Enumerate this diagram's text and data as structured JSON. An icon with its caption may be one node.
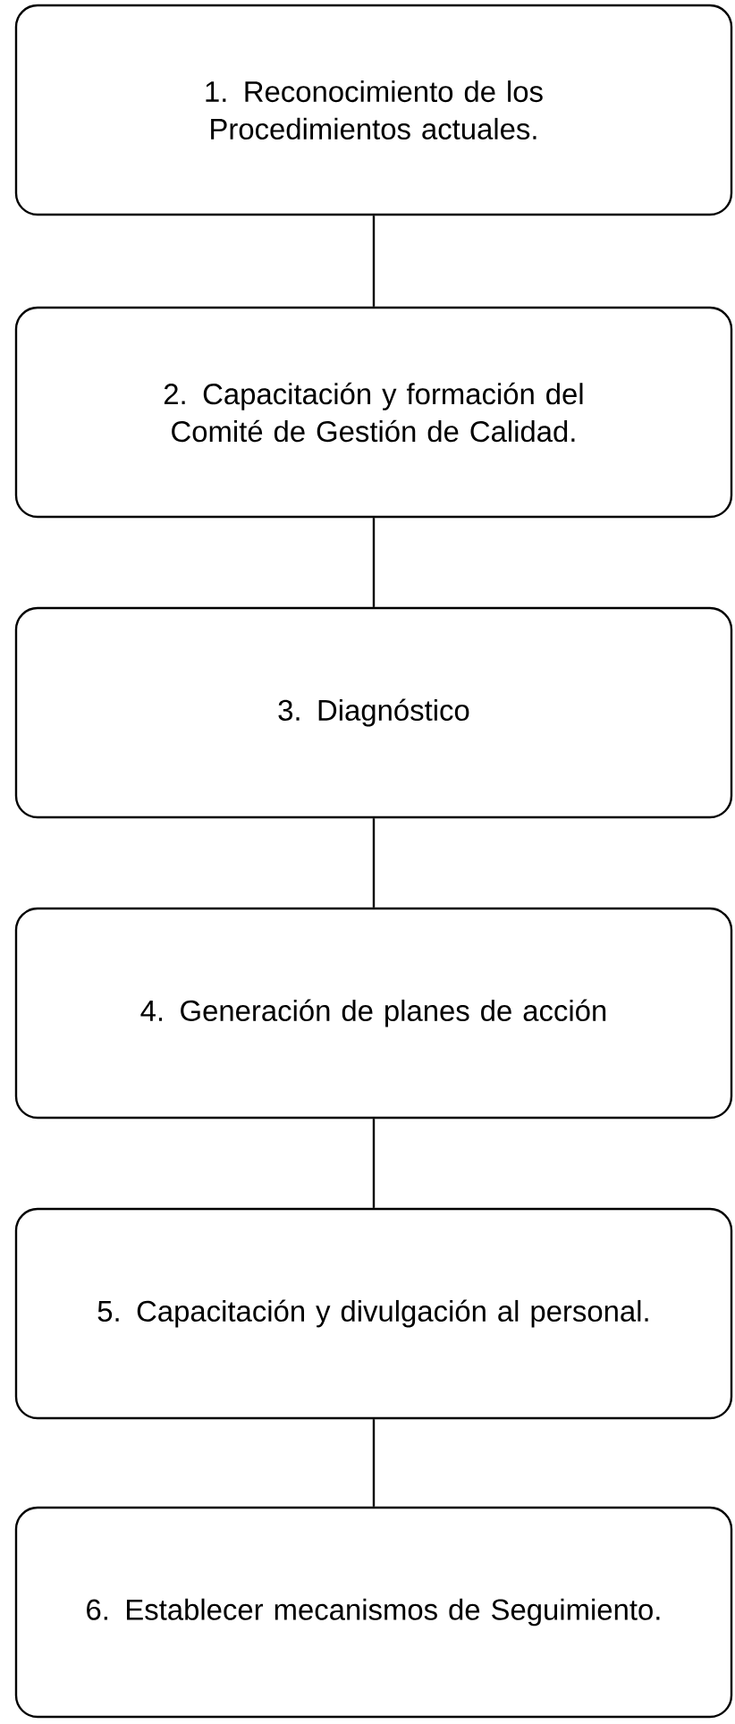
{
  "diagram": {
    "nodes": [
      {
        "text": [
          "1. Reconocimiento de los Procedimientos actuales."
        ]
      },
      {
        "text": [
          "2. Capacitación y formación del Comité de Gestión de Calidad."
        ]
      },
      {
        "text": [
          "3. Diagnóstico"
        ]
      },
      {
        "text": [
          "4. Generación de planes de acción"
        ]
      },
      {
        "text": [
          "5. Capacitación y divulgación al personal."
        ]
      },
      {
        "text": [
          "6. Establecer mecanismos de Seguimiento."
        ]
      }
    ],
    "edges": [
      {
        "from": 0,
        "to": 1,
        "arrow": "none"
      },
      {
        "from": 1,
        "to": 2,
        "arrow": "none"
      },
      {
        "from": 2,
        "to": 3,
        "arrow": "none"
      },
      {
        "from": 3,
        "to": 4,
        "arrow": "none"
      },
      {
        "from": 4,
        "to": 5,
        "arrow": "none"
      }
    ]
  }
}
